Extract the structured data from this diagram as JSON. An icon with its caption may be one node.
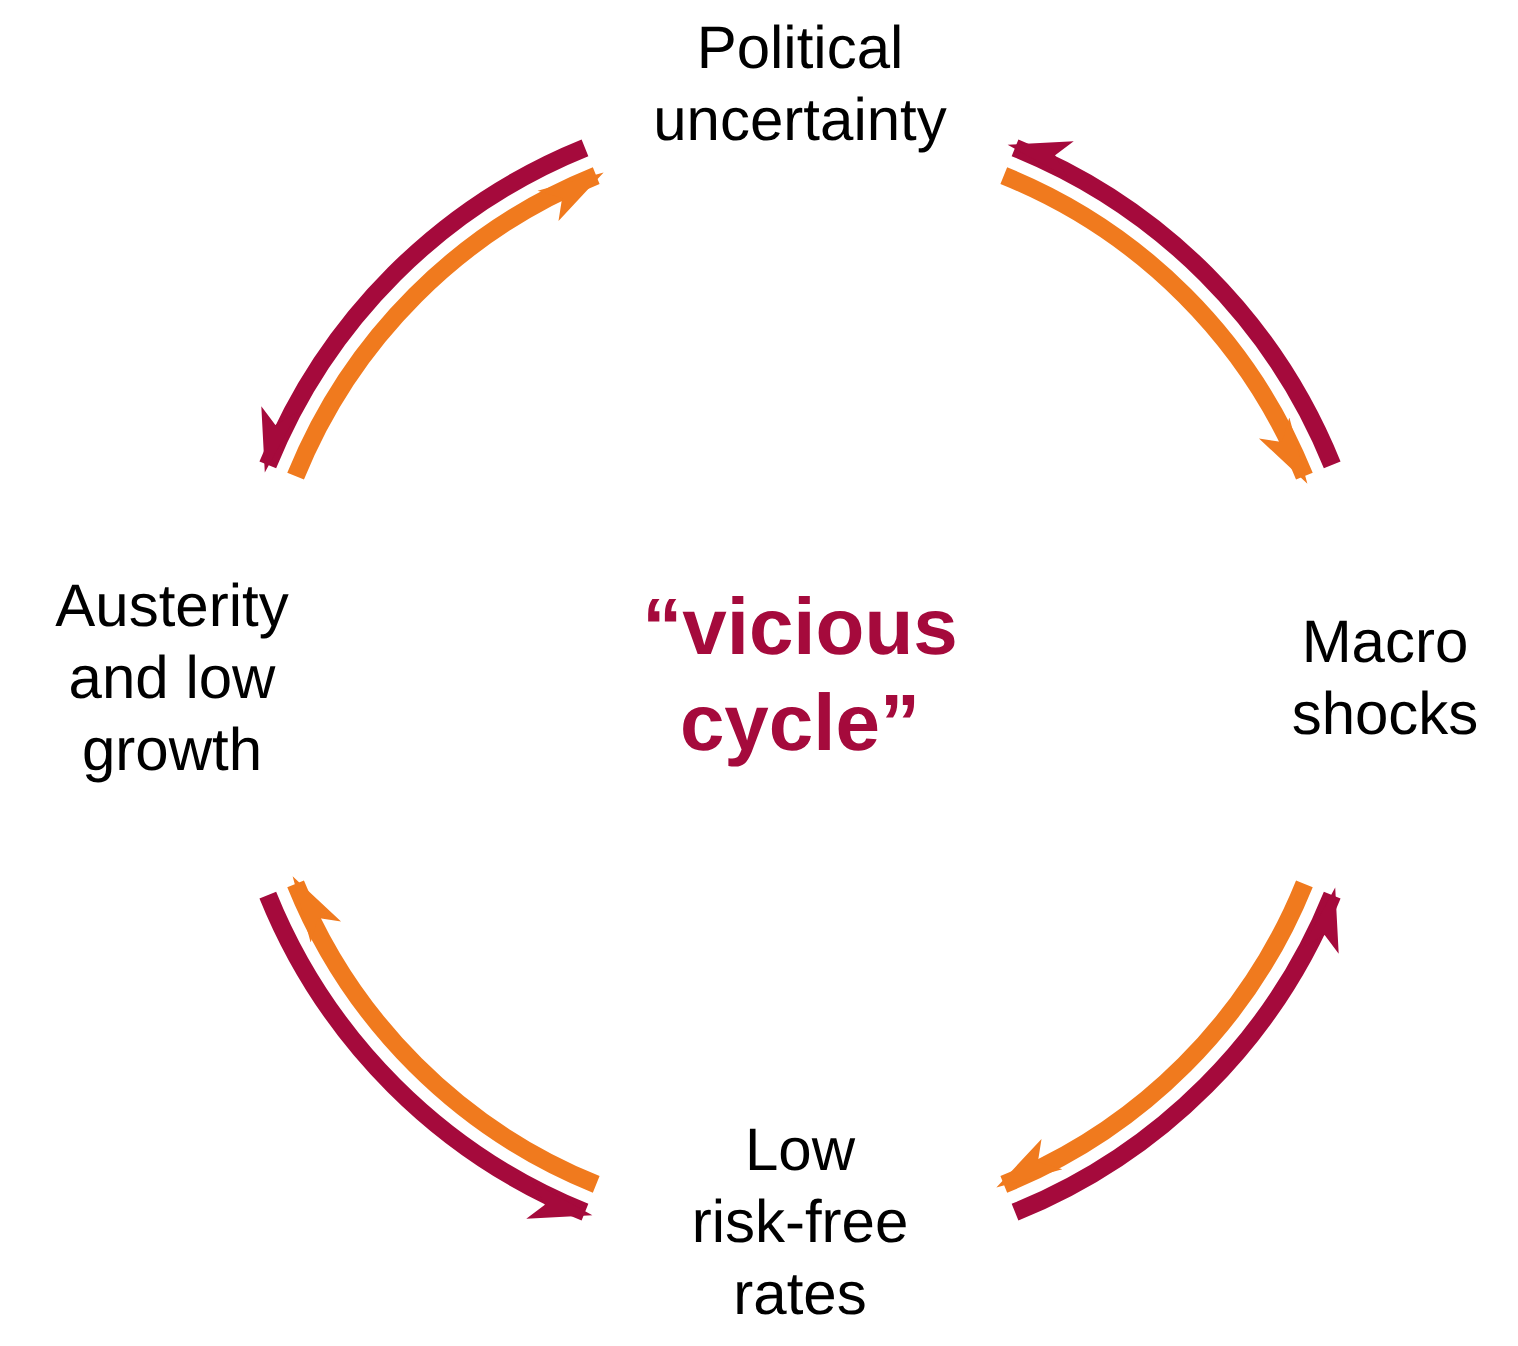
{
  "diagram": {
    "nodes": [
      {
        "text": [
          "Political uncertainty"
        ]
      },
      {
        "text": [
          "Macro shocks"
        ]
      },
      {
        "text": [
          "Low risk-free rates"
        ]
      },
      {
        "text": [
          "Austerity and low growth"
        ]
      }
    ],
    "edges": [
      {
        "from": 1,
        "to": 0,
        "arrow": "to",
        "color": "#a50a3c"
      },
      {
        "from": 0,
        "to": 1,
        "arrow": "to",
        "color": "#f07a1e"
      },
      {
        "from": 1,
        "to": 2,
        "arrow": "to",
        "color": "#f07a1e"
      },
      {
        "from": 2,
        "to": 1,
        "arrow": "to",
        "color": "#a50a3c"
      },
      {
        "from": 3,
        "to": 2,
        "arrow": "to",
        "color": "#a50a3c"
      },
      {
        "from": 2,
        "to": 3,
        "arrow": "to",
        "color": "#f07a1e"
      },
      {
        "from": 0,
        "to": 3,
        "arrow": "to",
        "color": "#a50a3c"
      },
      {
        "from": 3,
        "to": 0,
        "arrow": "to",
        "color": "#f07a1e"
      }
    ],
    "labels": [
      "“vicious cycle”"
    ]
  }
}
